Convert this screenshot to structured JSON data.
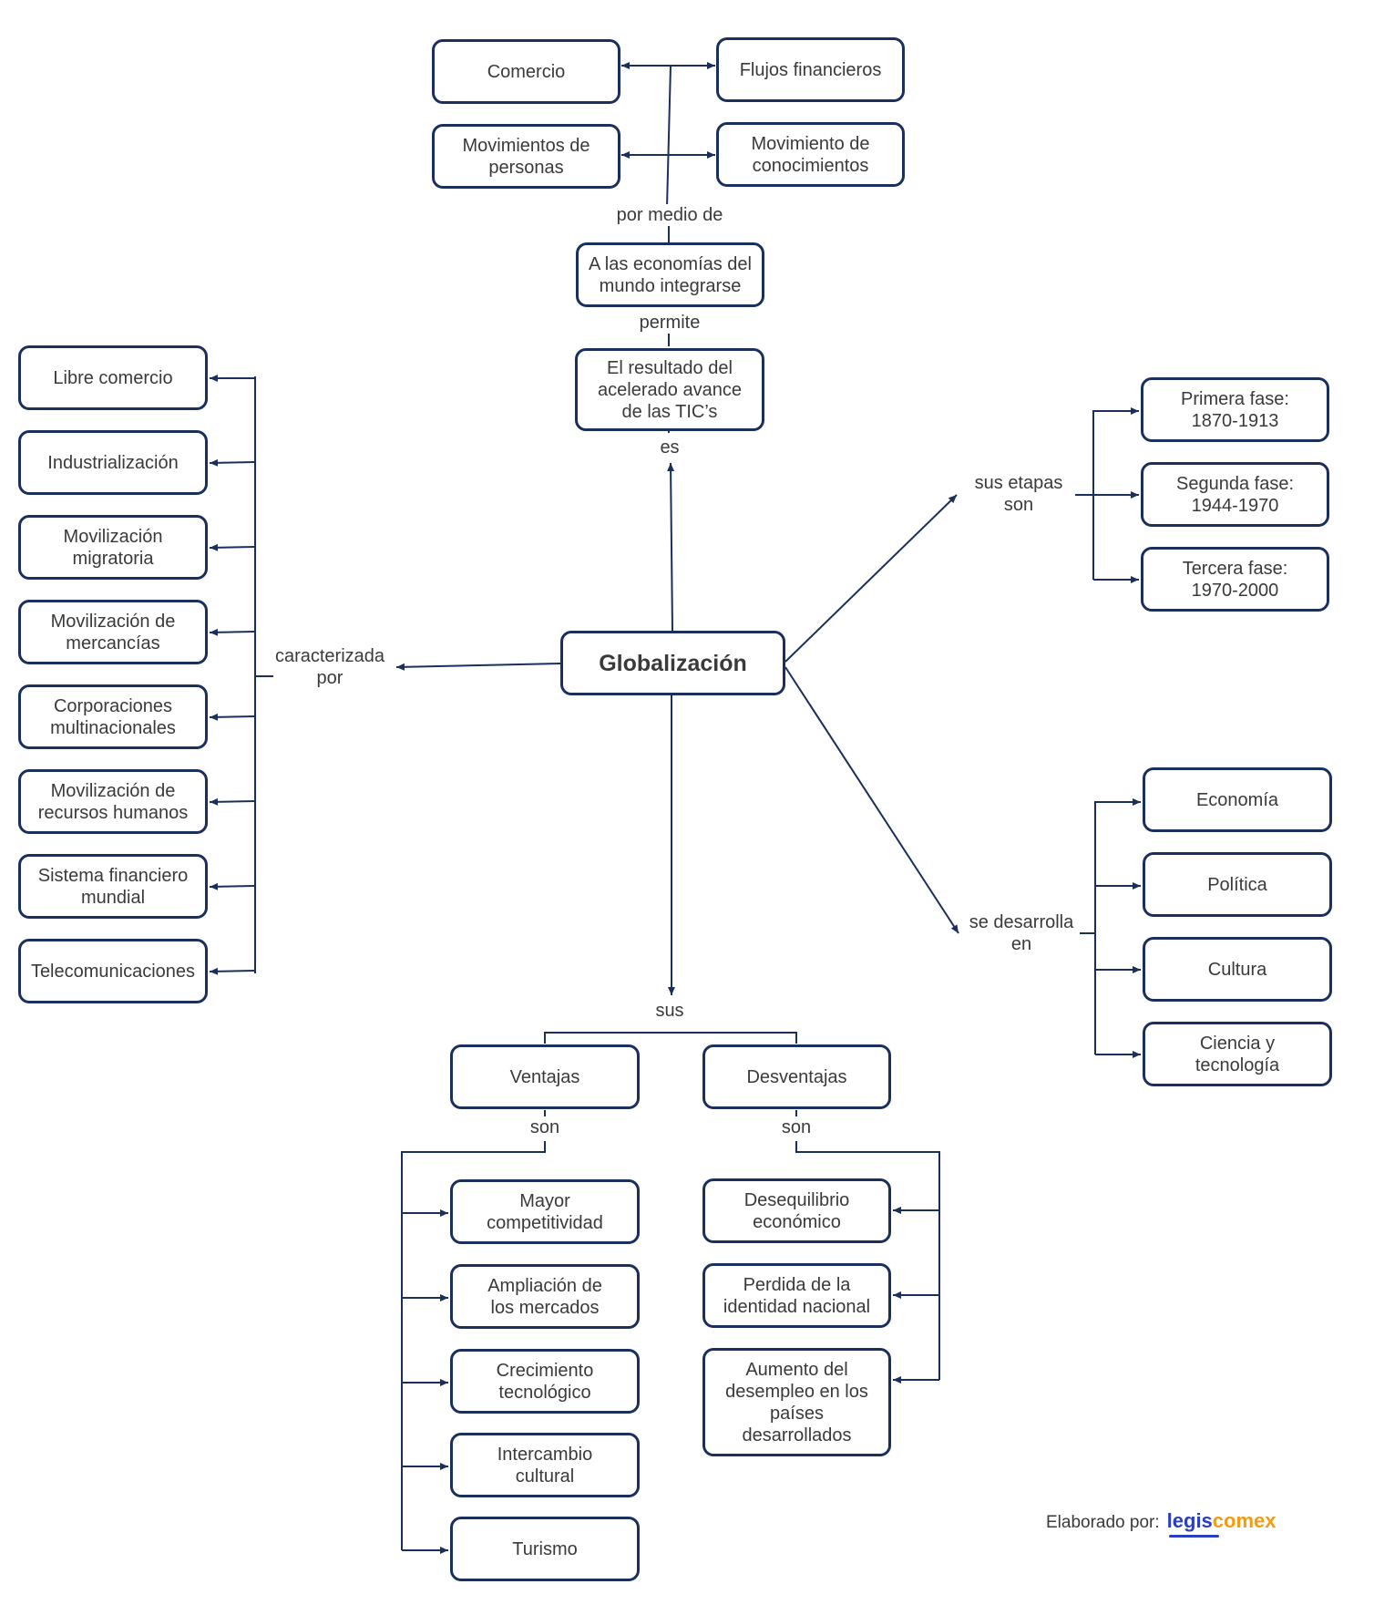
{
  "central": "Globalización",
  "top": {
    "label_es": "es",
    "resultado": "El resultado del\nacelerado avance\nde las TIC’s",
    "label_permite": "permite",
    "economias": "A las economías del\nmundo integrarse",
    "label_medio": "por medio de",
    "items": [
      "Comercio",
      "Flujos financieros",
      "Movimientos de\npersonas",
      "Movimiento de\nconocimientos"
    ]
  },
  "left": {
    "label": "caracterizada\npor",
    "items": [
      "Libre comercio",
      "Industrialización",
      "Movilización\nmigratoria",
      "Movilización de\nmercancías",
      "Corporaciones\nmultinacionales",
      "Movilización de\nrecursos humanos",
      "Sistema financiero\nmundial",
      "Telecomunicaciones"
    ]
  },
  "etapas": {
    "label": "sus etapas\nson",
    "items": [
      "Primera fase:\n1870-1913",
      "Segunda fase:\n1944-1970",
      "Tercera fase:\n1970-2000"
    ]
  },
  "desarrolla": {
    "label": "se desarrolla\nen",
    "items": [
      "Economía",
      "Política",
      "Cultura",
      "Ciencia y\ntecnología"
    ]
  },
  "bottom": {
    "label_sus": "sus",
    "ventajas": "Ventajas",
    "desventajas": "Desventajas",
    "label_son_v": "son",
    "label_son_d": "son",
    "ventajas_items": [
      "Mayor\ncompetitividad",
      "Ampliación de\nlos mercados",
      "Crecimiento\ntecnológico",
      "Intercambio\ncultural",
      "Turismo"
    ],
    "desventajas_items": [
      "Desequilibrio\neconómico",
      "Perdida de la\nidentidad nacional",
      "Aumento del\ndesempleo en los\npaíses\ndesarrollados"
    ]
  },
  "credit": {
    "prefix": "Elaborado por:",
    "logo_a": "legis",
    "logo_b": "comex"
  },
  "colors": {
    "line": "#1b2f5c",
    "text": "#3a3a3a",
    "logo_blue": "#2a3fbf",
    "logo_orange": "#f39c12"
  }
}
